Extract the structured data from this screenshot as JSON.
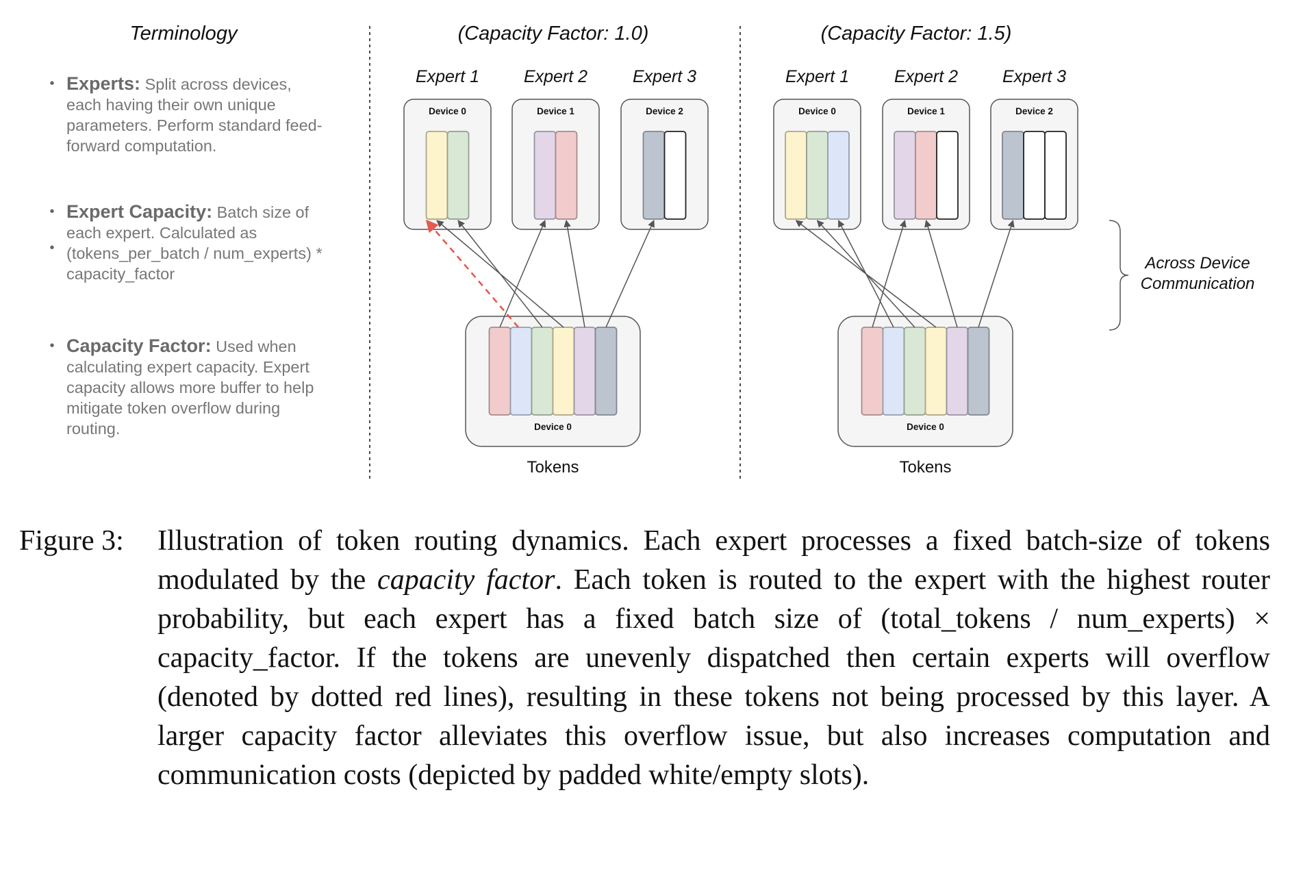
{
  "terminology": {
    "title": "Terminology",
    "items": [
      {
        "term": "Experts:",
        "lines": [
          "Split across devices,",
          "each having their own unique",
          "parameters. Perform standard feed-",
          "forward computation."
        ]
      },
      {
        "term": "Expert Capacity:",
        "lines": [
          "Batch size of",
          "each expert. Calculated as",
          "(tokens_per_batch / num_experts) *",
          "capacity_factor"
        ]
      },
      {
        "term": "Capacity Factor:",
        "lines": [
          "Used when",
          "calculating expert capacity. Expert",
          "capacity allows more buffer to help",
          "mitigate token overflow during",
          "routing."
        ]
      }
    ]
  },
  "token_colors": {
    "red": "#f2cccc",
    "blue": "#dce6f8",
    "green": "#d8e8d4",
    "yellow": "#fdf3cc",
    "purple": "#e2d6e8",
    "slate": "#bcc5cf",
    "empty": "#ffffff"
  },
  "panels": [
    {
      "title": "(Capacity Factor: 1.0)",
      "experts": [
        {
          "label": "Expert 1",
          "device": "Device 0",
          "slots": [
            "yellow",
            "green"
          ]
        },
        {
          "label": "Expert 2",
          "device": "Device 1",
          "slots": [
            "purple",
            "red"
          ]
        },
        {
          "label": "Expert 3",
          "device": "Device 2",
          "slots": [
            "slate",
            "empty"
          ]
        }
      ],
      "tokens": {
        "device": "Device 0",
        "label": "Tokens",
        "colors": [
          "red",
          "blue",
          "green",
          "yellow",
          "purple",
          "slate"
        ]
      },
      "routes": [
        {
          "token": 0,
          "expert": 1,
          "slot": 0
        },
        {
          "token": 1,
          "expert": 0,
          "slot": 0,
          "overflow": true
        },
        {
          "token": 2,
          "expert": 0,
          "slot": 1
        },
        {
          "token": 3,
          "expert": 0,
          "slot": 0
        },
        {
          "token": 4,
          "expert": 1,
          "slot": 1
        },
        {
          "token": 5,
          "expert": 2,
          "slot": 0
        }
      ]
    },
    {
      "title": "(Capacity Factor: 1.5)",
      "experts": [
        {
          "label": "Expert 1",
          "device": "Device 0",
          "slots": [
            "yellow",
            "green",
            "blue"
          ]
        },
        {
          "label": "Expert 2",
          "device": "Device 1",
          "slots": [
            "purple",
            "red",
            "empty"
          ]
        },
        {
          "label": "Expert 3",
          "device": "Device 2",
          "slots": [
            "slate",
            "empty",
            "empty"
          ]
        }
      ],
      "tokens": {
        "device": "Device 0",
        "label": "Tokens",
        "colors": [
          "red",
          "blue",
          "green",
          "yellow",
          "purple",
          "slate"
        ]
      },
      "routes": [
        {
          "token": 0,
          "expert": 1,
          "slot": 0
        },
        {
          "token": 1,
          "expert": 0,
          "slot": 2
        },
        {
          "token": 2,
          "expert": 0,
          "slot": 1
        },
        {
          "token": 3,
          "expert": 0,
          "slot": 0
        },
        {
          "token": 4,
          "expert": 1,
          "slot": 1
        },
        {
          "token": 5,
          "expert": 2,
          "slot": 0
        }
      ]
    }
  ],
  "brace_label": [
    "Across Device",
    "Communication"
  ],
  "overflow_color": "#e8584f",
  "caption": {
    "label": "Figure 3:",
    "part1": "Illustration of token routing dynamics. Each expert processes a fixed batch-size of tokens modulated by the ",
    "emphasis": "capacity factor",
    "part2": ". Each token is routed to the expert with the highest router probability, but each expert has a fixed batch size of (total_tokens / num_experts) × capacity_factor. If the tokens are unevenly dispatched then certain experts will overflow (denoted by dotted red lines), resulting in these tokens not being processed by this layer. A larger capacity factor alleviates this overflow issue, but also increases computation and communication costs (depicted by padded white/empty slots)."
  }
}
